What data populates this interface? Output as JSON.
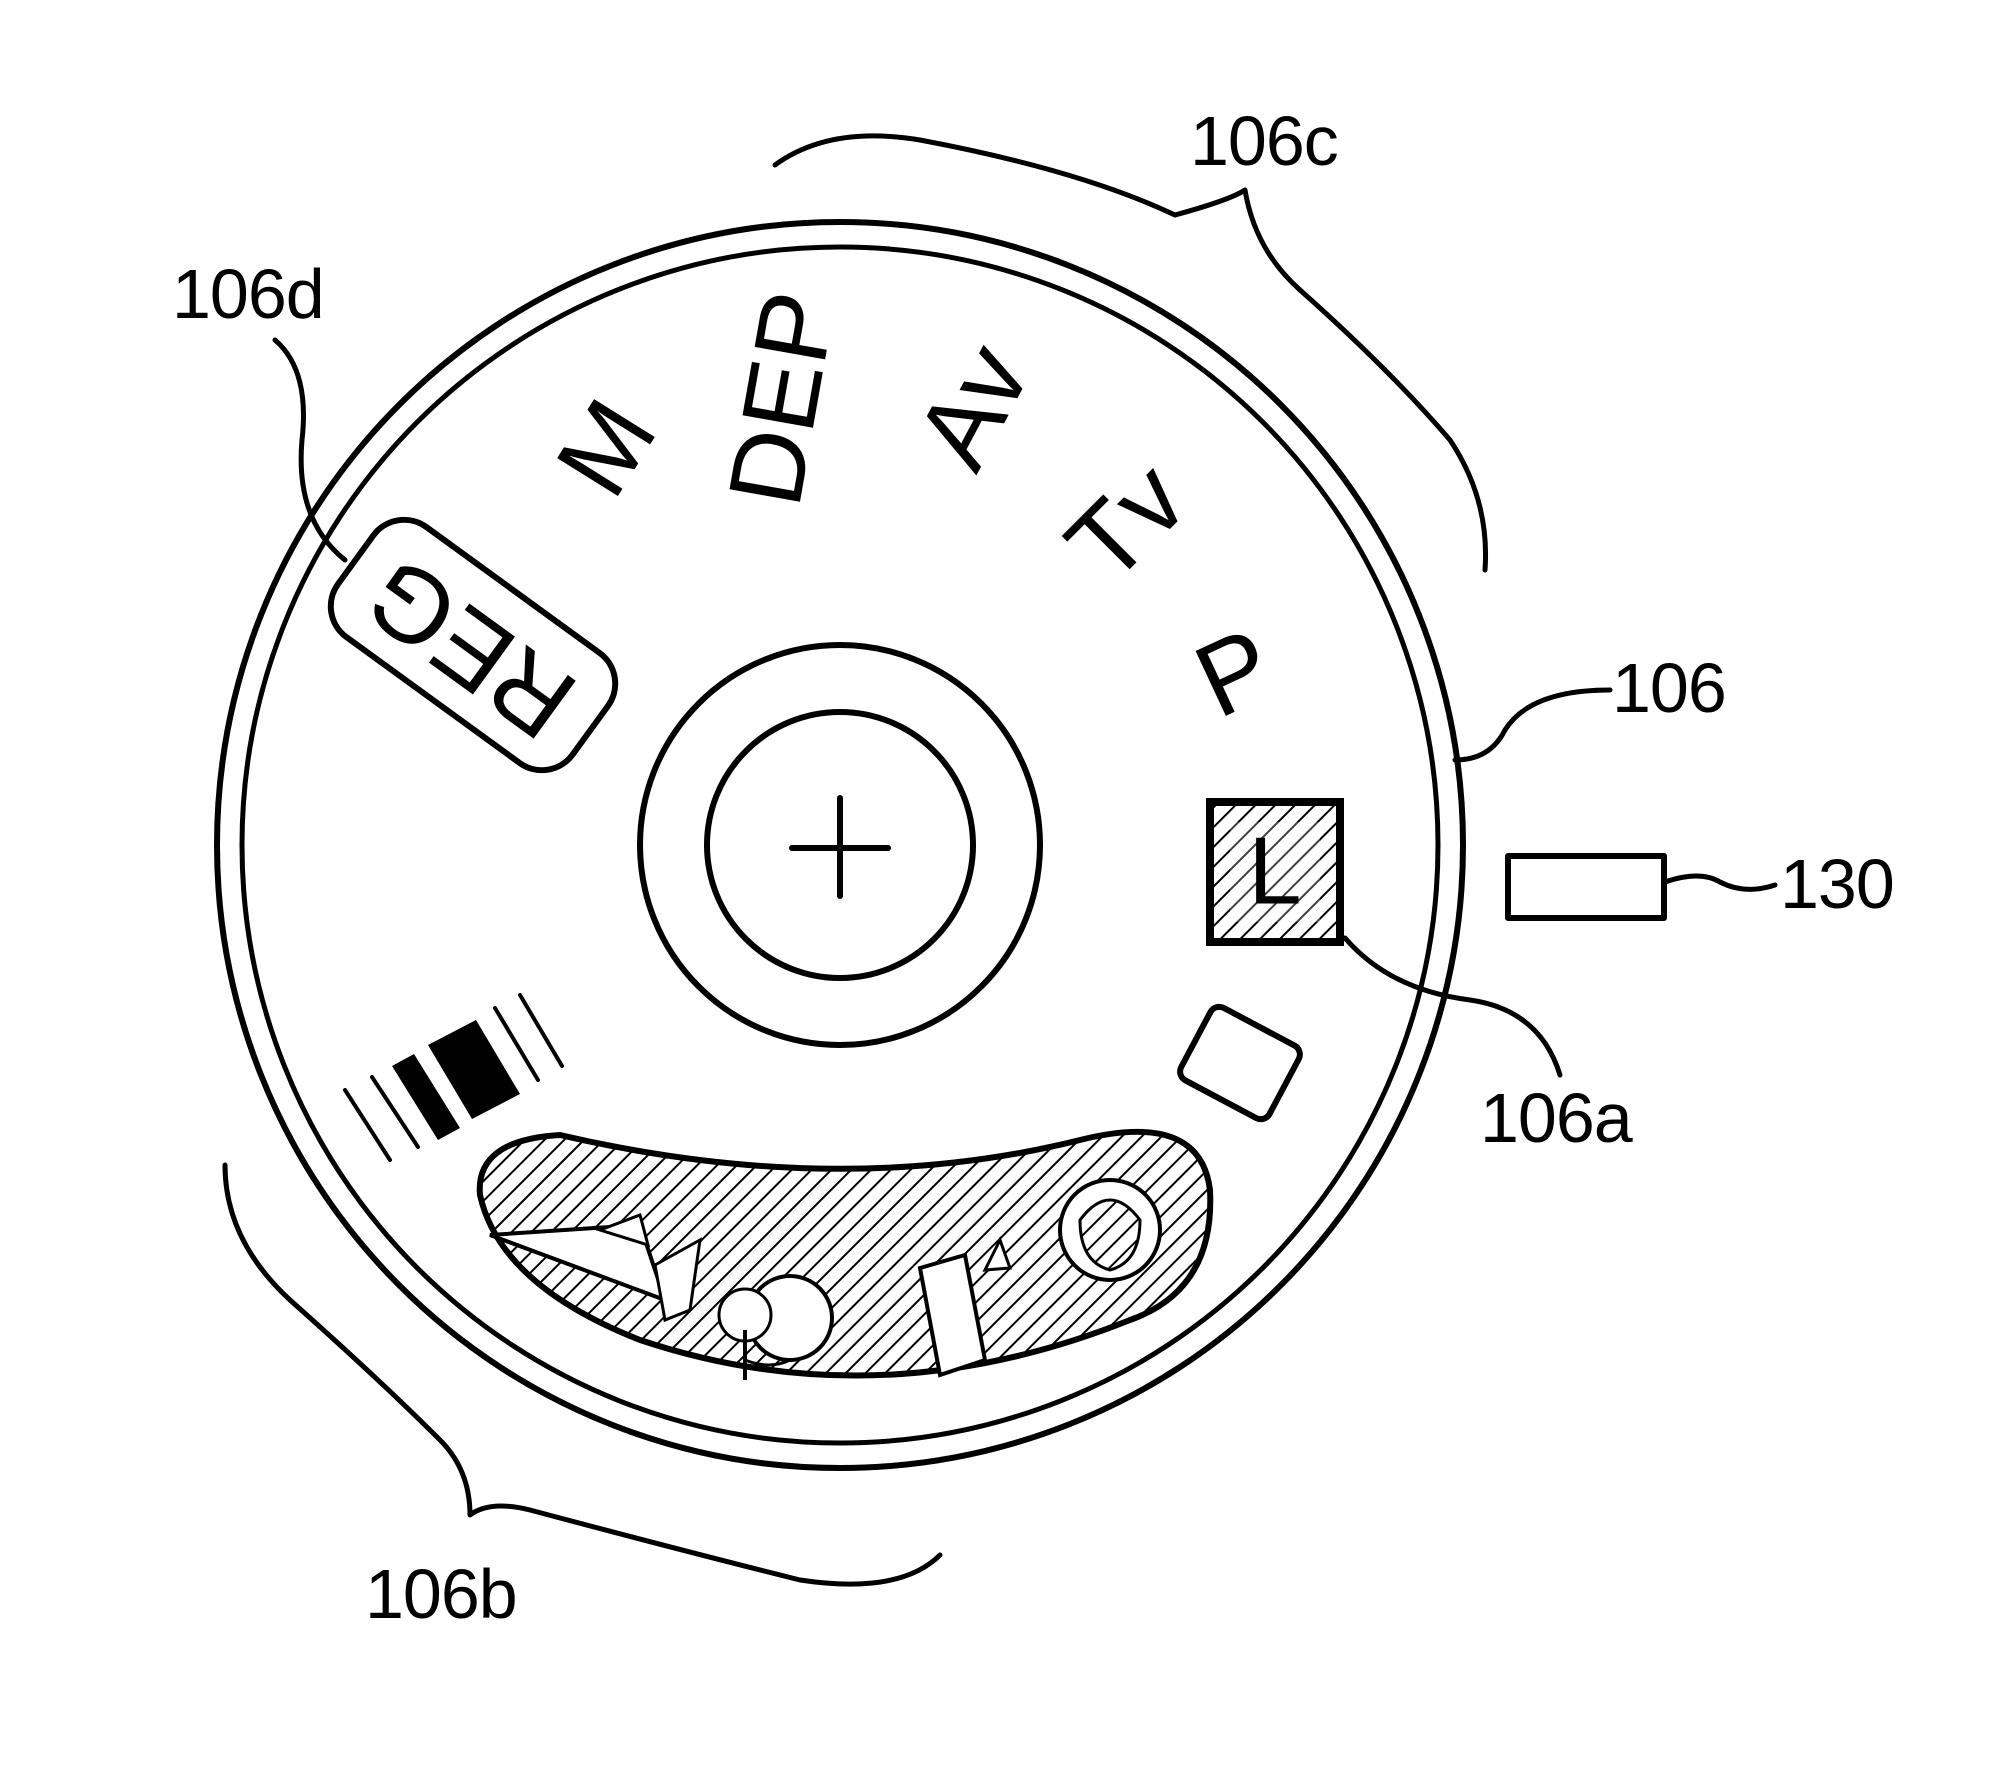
{
  "figure": {
    "labels": {
      "dial": "106",
      "lock_mark": "106a",
      "image_zone": "106b",
      "creative_zone": "106c",
      "register_mark": "106d",
      "sensor": "130"
    },
    "modes": {
      "m": "M",
      "dep": "DEP",
      "av": "Av",
      "tv": "Tv",
      "p": "P",
      "lock": "L",
      "reg": "REG"
    }
  }
}
